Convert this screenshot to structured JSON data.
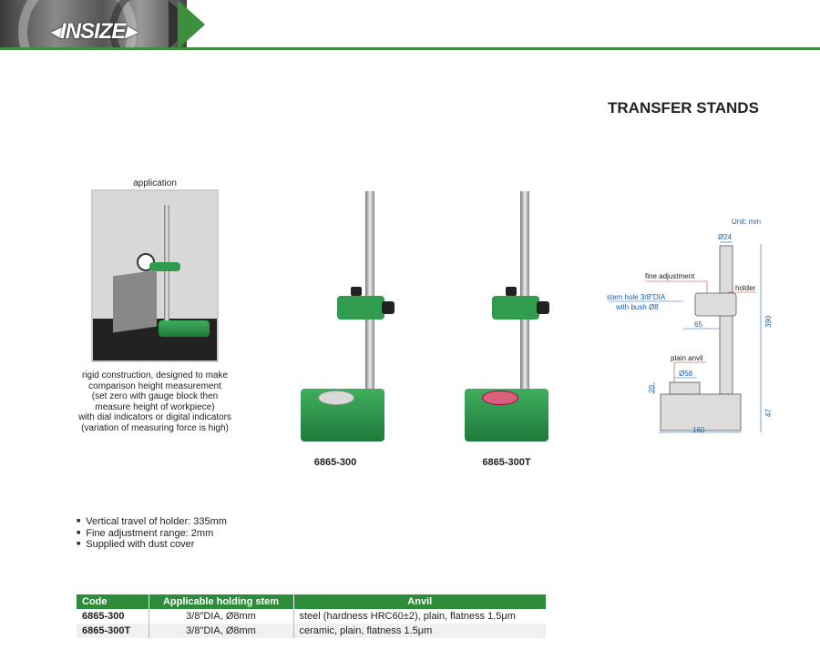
{
  "header": {
    "logo": "INSIZE",
    "accent": "#3d8f3d"
  },
  "title": "TRANSFER STANDS",
  "application": {
    "caption": "application",
    "description": [
      "rigid construction, designed to make",
      "comparison height measurement",
      "(set zero with gauge block then",
      "measure height of workpiece)",
      "with dial indicators or digital indicators",
      "(variation of measuring force is high)"
    ]
  },
  "products": [
    {
      "code": "6865-300",
      "anvil_color": "#d9d9d9"
    },
    {
      "code": "6865-300T",
      "anvil_color": "#d9607a"
    }
  ],
  "diagram": {
    "unit": "Unit: mm",
    "d24": "Ø24",
    "fine_adjustment": "fine adjustment",
    "holder": "holder",
    "stem_hole": "stem hole 3/8\"DIA",
    "with_bush": "with bush Ø8",
    "d65": "65",
    "d390": "390",
    "plain_anvil": "plain anvil",
    "d58": "Ø58",
    "d20": "20",
    "d47": "47",
    "d160": "160"
  },
  "features": [
    "Vertical travel of holder: 335mm",
    "Fine adjustment range: 2mm",
    "Supplied with dust cover"
  ],
  "table": {
    "headers": [
      "Code",
      "Applicable holding stem",
      "Anvil"
    ],
    "rows": [
      [
        "6865-300",
        "3/8\"DIA, Ø8mm",
        "steel (hardness HRC60±2), plain, flatness 1.5μm"
      ],
      [
        "6865-300T",
        "3/8\"DIA, Ø8mm",
        "ceramic, plain, flatness 1.5μm"
      ]
    ]
  }
}
